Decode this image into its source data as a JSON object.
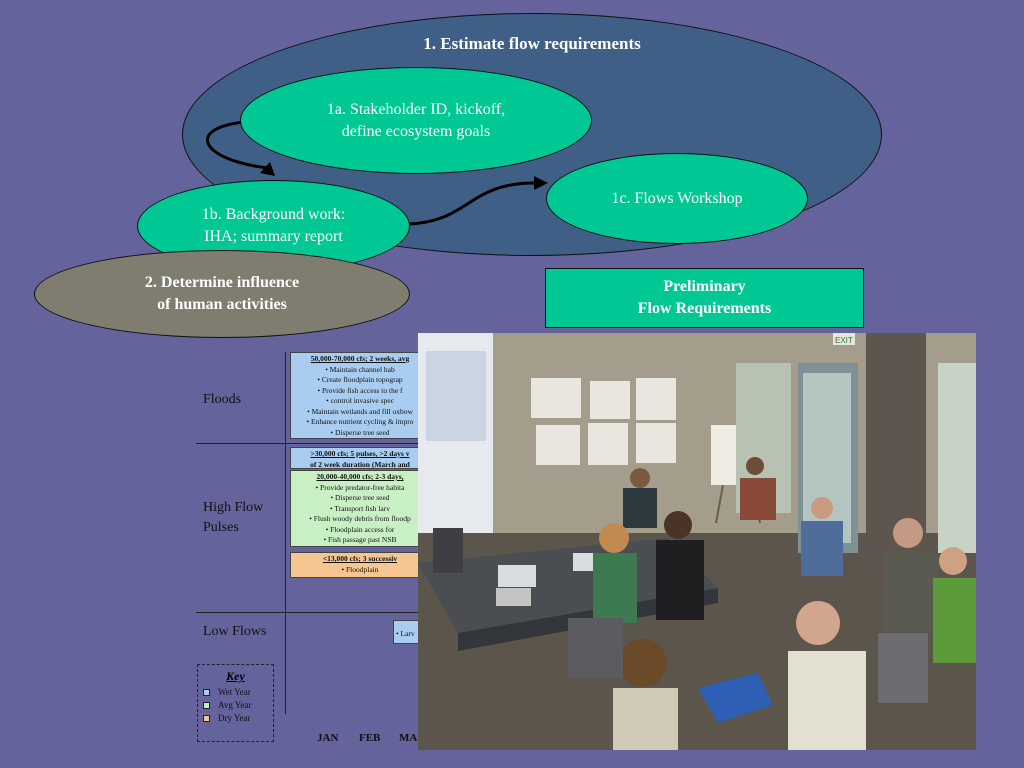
{
  "diagram": {
    "step1": "1. Estimate flow requirements",
    "step1a": [
      "1a. Stakeholder ID, kickoff,",
      "define ecosystem goals"
    ],
    "step1b": [
      "1b. Background work:",
      "IHA; summary report"
    ],
    "step1c": "1c. Flows Workshop",
    "step2": [
      "2. Determine influence",
      "of human activities"
    ],
    "preliminary": [
      "Preliminary",
      "Flow Requirements"
    ]
  },
  "slide": {
    "row_labels": {
      "floods": "Floods",
      "high_flow": [
        "High Flow",
        "Pulses"
      ],
      "low_flows": "Low Flows"
    },
    "floods_box": {
      "header": "50,000-70,000 cfs; 2 weeks, avg",
      "items": [
        "• Maintain channel hab",
        "• Create floodplain topograp",
        "• Provide fish access to the f",
        "• control invasive spec",
        "• Maintain wetlands and fill oxbow",
        "• Enhance nutrient cycling & impro",
        "• Disperse tree seed"
      ]
    },
    "pulse_wet_box": {
      "lines": [
        ">30,000 cfs; 5 pulses, >2 days v",
        "of 2 week duration (March and"
      ]
    },
    "pulse_avg_box": {
      "header": "20,000-40,000 cfs; 2-3 days,",
      "items": [
        "• Provide predator-free habita",
        "• Disperse tree seed",
        "• Transport fish larv",
        "• Flush woody debris from floodp",
        "• Floodplain access for",
        "• Fish passage past NSB"
      ]
    },
    "pulse_dry_box": {
      "header": "<13,000 cfs; 3 successiv",
      "items": [
        "• Floodplain"
      ]
    },
    "low_flow_box": "• Larv",
    "key": {
      "title": "Key",
      "items": [
        {
          "label": "Wet Year",
          "color": "#a9ccf1"
        },
        {
          "label": "Avg Year",
          "color": "#c8f0c4"
        },
        {
          "label": "Dry Year",
          "color": "#f6c690"
        }
      ]
    },
    "months": [
      "JAN",
      "FEB",
      "MA"
    ]
  },
  "photo": {
    "exit_sign": "EXIT"
  },
  "colors": {
    "background": "#64639c",
    "ellipse_outer": "#3f5f86",
    "teal": "#00c895",
    "gray_ellipse": "#7f7d6f"
  }
}
